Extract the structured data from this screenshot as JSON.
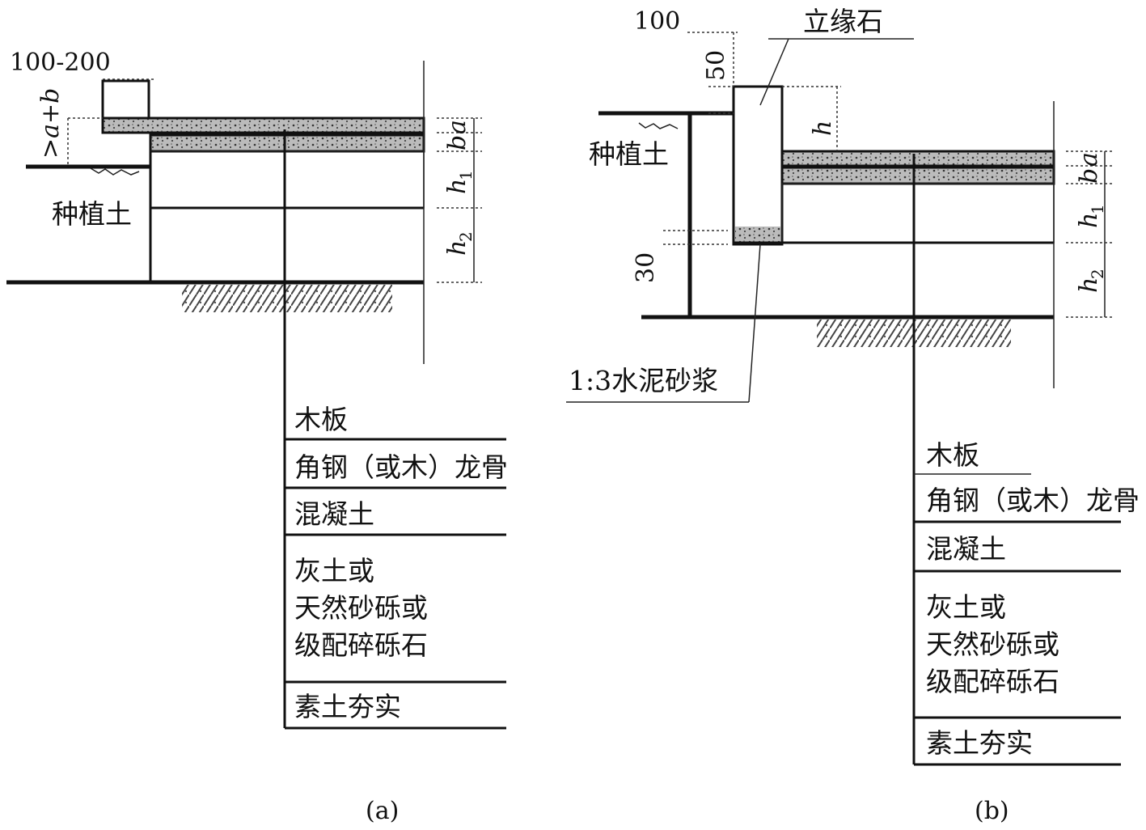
{
  "a": {
    "dim_top": "100-200",
    "dim_side": ">a+b",
    "soil_label": "种植土",
    "dim_a": "a",
    "dim_b": "b",
    "dim_h1": "h",
    "dim_h1_sub": "1",
    "dim_h2": "h",
    "dim_h2_sub": "2",
    "caption": "(a)",
    "layers": [
      "木板",
      "角钢（或木）龙骨",
      "混凝土",
      "灰土或",
      "天然砂砾或",
      "级配碎砾石",
      "素土夯实"
    ]
  },
  "b": {
    "dim_top": "100",
    "dim_50": "50",
    "curb_label": "立缘石",
    "dim_h": "h",
    "soil_label": "种植土",
    "dim_30": "30",
    "mortar_label": "1:3水泥砂浆",
    "dim_a": "a",
    "dim_b": "b",
    "dim_h1": "h",
    "dim_h1_sub": "1",
    "dim_h2": "h",
    "dim_h2_sub": "2",
    "caption": "(b)",
    "layers": [
      "木板",
      "角钢（或木）龙骨",
      "混凝土",
      "灰土或",
      "天然砂砾或",
      "级配碎砾石",
      "素土夯实"
    ]
  }
}
